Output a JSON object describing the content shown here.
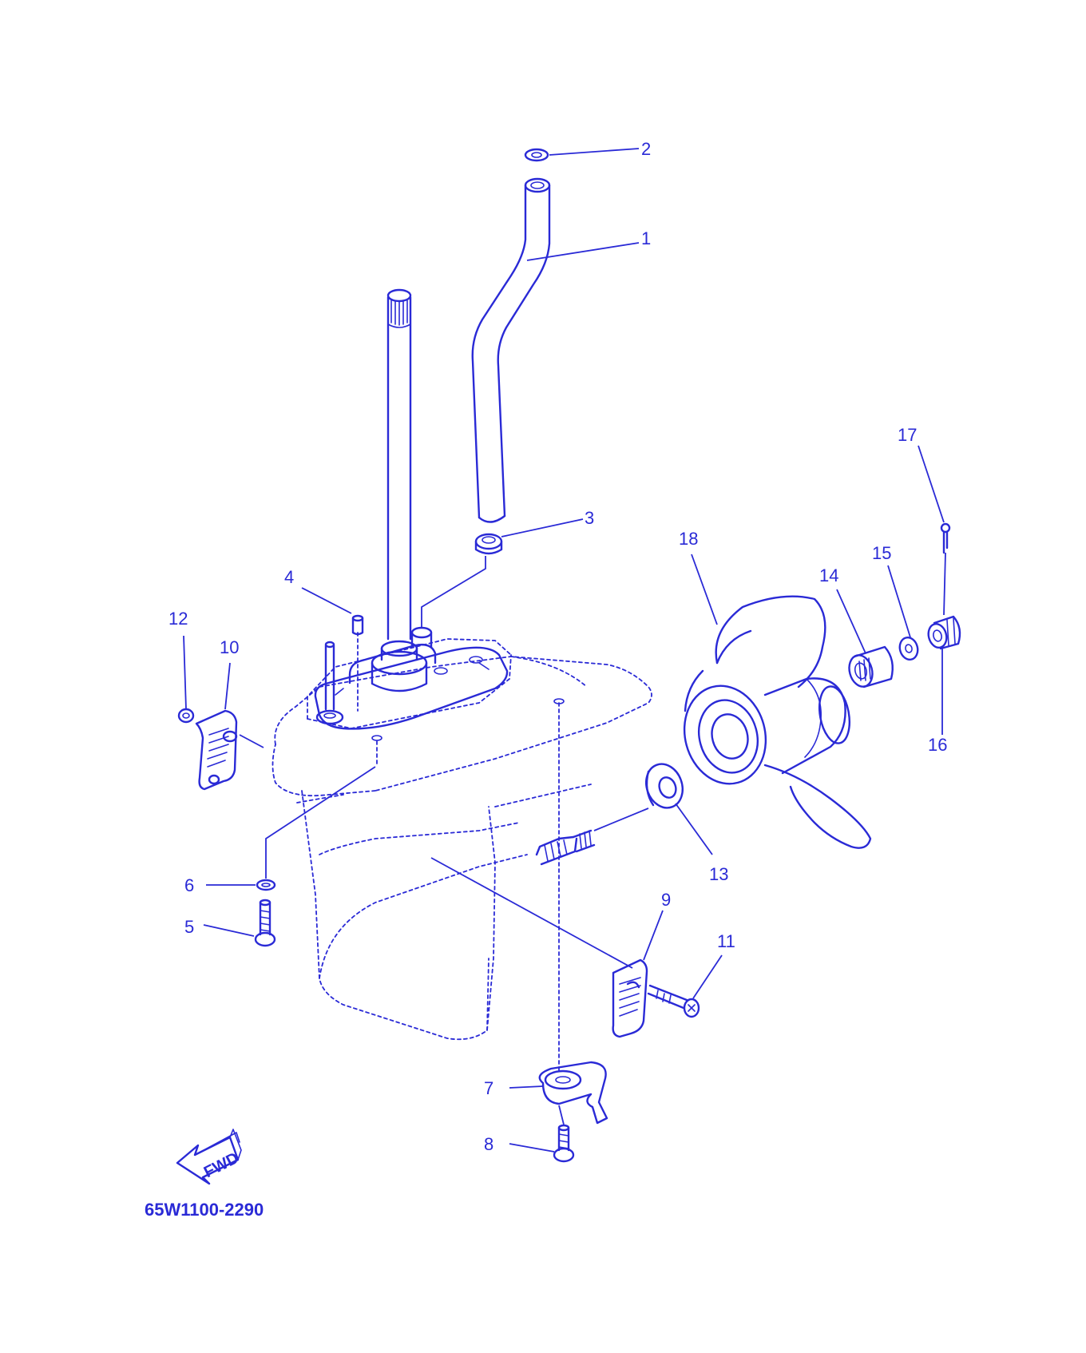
{
  "diagram": {
    "code": "65W1100-2290",
    "direction_label": "FWD",
    "callouts": [
      "1",
      "2",
      "3",
      "4",
      "5",
      "6",
      "7",
      "8",
      "9",
      "10",
      "11",
      "12",
      "13",
      "14",
      "15",
      "16",
      "17",
      "18"
    ]
  },
  "colors": {
    "line": "#2a2ad6",
    "background": "#ffffff"
  },
  "icons": {
    "direction": "forward-arrow-icon"
  }
}
